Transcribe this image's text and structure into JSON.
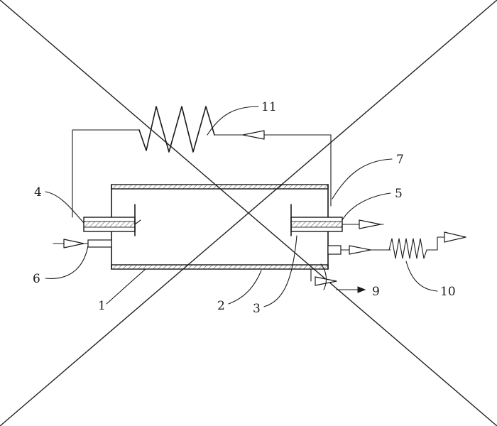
{
  "diagram": {
    "labels": {
      "n1": "1",
      "n2": "2",
      "n3": "3",
      "n4": "4",
      "n5": "5",
      "n6": "6",
      "n7": "7",
      "n9": "9",
      "n10": "10",
      "n11": "11"
    },
    "colors": {
      "ink": "#1a1a1a",
      "background": "#ffffff"
    }
  }
}
